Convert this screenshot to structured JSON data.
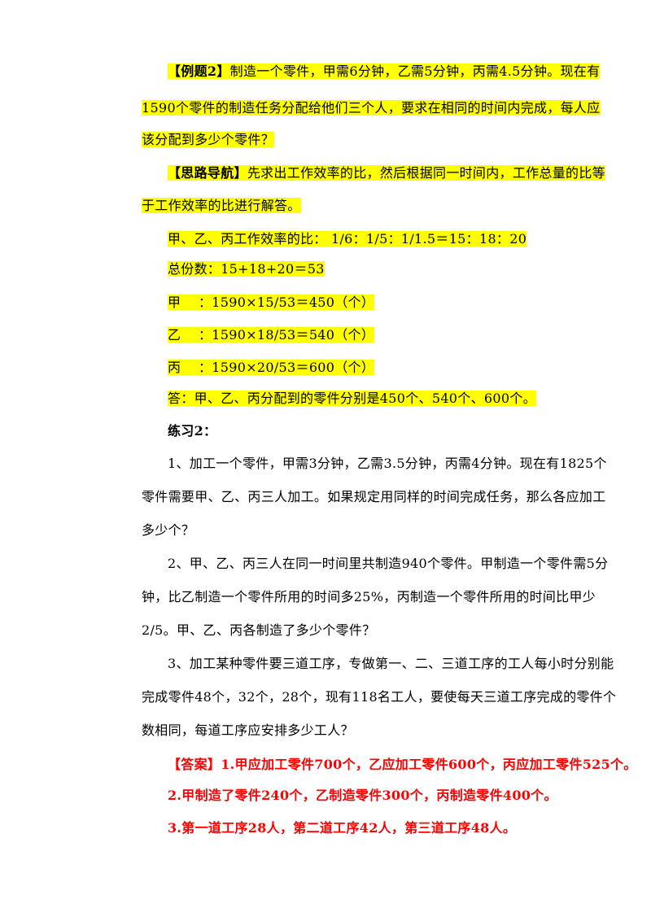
{
  "example": {
    "tag": "【例题2】",
    "lines": [
      "制造一个零件，甲需6分钟，乙需5分钟，丙需4.5分钟。现在有",
      "1590个零件的制造任务分配给他们三个人，要求在相同的时间内完成，每人应",
      "该分配到多少个零件？"
    ]
  },
  "guide": {
    "tag": "【思路导航】",
    "lines": [
      "先求出工作效率的比，然后根据同一时间内，工作总量的比等",
      "于工作效率的比进行解答。"
    ]
  },
  "solution": [
    "甲、乙、丙工作效率的比： 1/6：1/5：1/1.5＝15：18：20",
    "总份数：15+18+20＝53",
    "甲　 ：1590×15/53＝450（个）",
    "乙　 ：1590×18/53＝540（个）",
    "丙　 ：1590×20/53＝600（个）",
    "答：甲、乙、丙分配到的零件分别是450个、540个、600个。"
  ],
  "practice": {
    "title": "练习2：",
    "q1": [
      "1、加工一个零件，甲需3分钟，乙需3.5分钟，丙需4分钟。现在有1825个",
      "零件需要甲、乙、丙三人加工。如果规定用同样的时间完成任务，那么各应加工",
      "多少个？"
    ],
    "q2": [
      "2、甲、乙、丙三人在同一时间里共制造940个零件。甲制造一个零件需5分",
      "钟，比乙制造一个零件所用的时间多25%，丙制造一个零件所用的时间比甲少",
      "2/5。甲、乙、丙各制造了多少个零件？"
    ],
    "q3": [
      "3、加工某种零件要三道工序，专做第一、二、三道工序的工人每小时分别能",
      "完成零件48个，32个，28个，现有118名工人，要使每天三道工序完成的零件个",
      "数相同，每道工序应安排多少工人？"
    ]
  },
  "answers": [
    "【答案】1.甲应加工零件700个，乙应加工零件600个，丙应加工零件525个。",
    "2.甲制造了零件240个，乙制造零件300个，丙制造零件400个。",
    "3.第一道工序28人，第二道工序42人，第三道工序48人。"
  ],
  "colors": {
    "highlight": "#ffff00",
    "answer": "#ff0000"
  }
}
